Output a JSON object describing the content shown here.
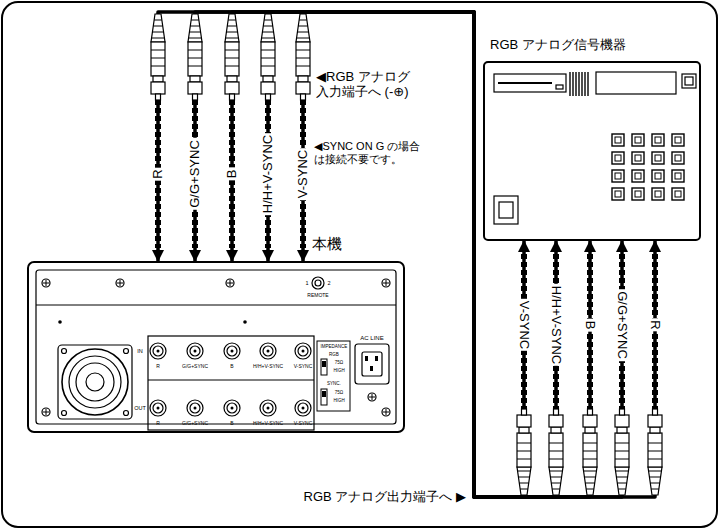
{
  "diagram": {
    "nodes": [
      {
        "text": [
          "RGB アナログ信号機器"
        ]
      },
      {
        "text": [
          "本機"
        ]
      }
    ],
    "edges": [
      {
        "from": 0,
        "to": 1,
        "arrow": "both",
        "label": "R"
      },
      {
        "from": 0,
        "to": 1,
        "arrow": "both",
        "label": "G/G+SYNC"
      },
      {
        "from": 0,
        "to": 1,
        "arrow": "both",
        "label": "B"
      },
      {
        "from": 0,
        "to": 1,
        "arrow": "both",
        "label": "H/H+V-SYNC"
      },
      {
        "from": 0,
        "to": 1,
        "arrow": "both",
        "label": "V-SYNC"
      }
    ],
    "labels": [
      "◀RGB アナログ 入力端子へ (-⊕)",
      "◀SYNC ON G の場合 は接続不要です。",
      "R",
      "G/G+SYNC",
      "B",
      "H/H+V-SYNC",
      "V-SYNC",
      "RGB アナログ出力端子へ ▶",
      "1",
      "2",
      "REMOTE",
      "AC LINE",
      "IN",
      "OUT",
      "R",
      "G/G+SYNC",
      "B",
      "H/H+V-SYNC",
      "V-SYNC",
      "R",
      "G/G+SYNC",
      "B",
      "H/H+V-SYNC",
      "V-SYNC",
      "IMPEDANCE",
      "RGB",
      "75Ω",
      "HIGH",
      "SYNC.",
      "75Ω",
      "HIGH"
    ]
  }
}
